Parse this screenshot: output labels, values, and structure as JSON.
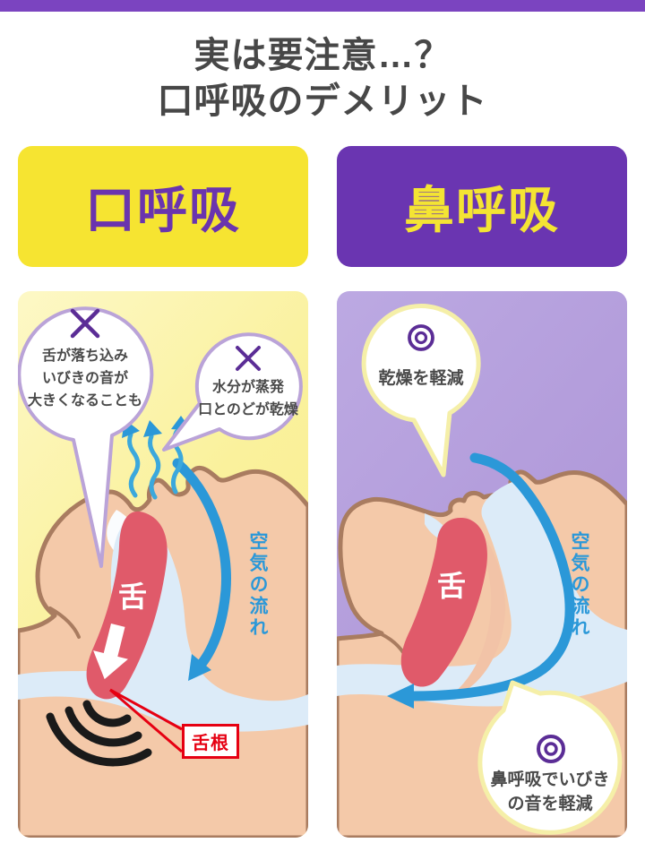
{
  "header": {
    "title_line1": "実は要注意…？",
    "title_line2": "口呼吸のデメリット"
  },
  "columns": {
    "mouth": {
      "label": "口呼吸"
    },
    "nose": {
      "label": "鼻呼吸"
    }
  },
  "mouth_panel": {
    "bubble_tongue": {
      "icon_name": "x-mark-icon",
      "line1": "舌が落ち込み",
      "line2": "いびきの音が",
      "line3": "大きくなることも"
    },
    "bubble_dry": {
      "icon_name": "x-mark-icon",
      "line1": "水分が蒸発",
      "line2": "口とのどが乾燥"
    },
    "tongue_label": "舌",
    "tongue_root_label": "舌根",
    "airflow_label": "空気の流れ"
  },
  "nose_panel": {
    "bubble_dry": {
      "icon_name": "double-circle-icon",
      "line1": "乾燥を軽減"
    },
    "bubble_snore": {
      "icon_name": "double-circle-icon",
      "line1": "鼻呼吸でいびき",
      "line2": "の音を軽減"
    },
    "tongue_label": "舌",
    "airflow_label": "空気の流れ"
  },
  "colors": {
    "top_bar": "#7B44C0",
    "title_text": "#474747",
    "yellow": "#F6E431",
    "purple": "#6A35B1",
    "panel_yellow": "#FAF2A3",
    "panel_purple": "#B29BD8",
    "skin": "#F4C9A9",
    "skin_outline": "#A97C60",
    "tongue_red": "#E05A6A",
    "airway_blue": "#DCEBF8",
    "flow_blue": "#2B98D8",
    "steam_cyan": "#3BA8DC",
    "bubble_border_lavender": "#BAA3D8",
    "bubble_border_paleyellow": "#F5EFA8",
    "mark_purple": "#5B2D96",
    "alert_red": "#E60012",
    "sound_black": "#1A1A1A"
  }
}
